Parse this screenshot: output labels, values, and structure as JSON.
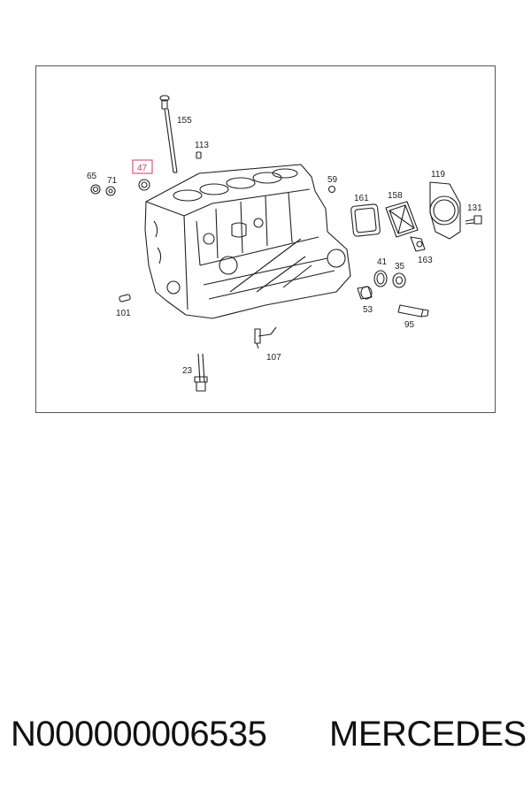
{
  "diagram": {
    "callouts": {
      "c155": "155",
      "c113": "113",
      "c47": "47",
      "c65": "65",
      "c71": "71",
      "c59": "59",
      "c161": "161",
      "c158": "158",
      "c119": "119",
      "c131": "131",
      "c163": "163",
      "c41": "41",
      "c35": "35",
      "c53": "53",
      "c95": "95",
      "c101": "101",
      "c107": "107",
      "c23": "23"
    },
    "highlighted_part": "47",
    "highlight_color": "#d0356b"
  },
  "footer": {
    "part_number": "N000000006535",
    "brand": "MERCEDES"
  }
}
